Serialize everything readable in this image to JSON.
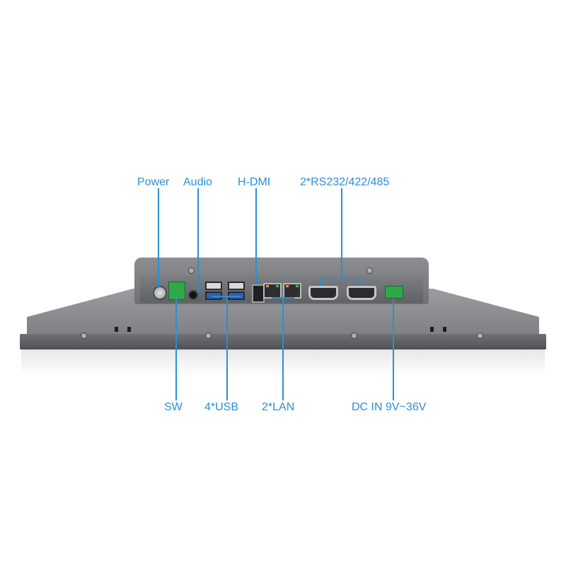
{
  "labels": {
    "power": "Power",
    "audio": "Audio",
    "hdmi": "H-DMI",
    "serial": "2*RS232/422/485",
    "sw": "SW",
    "usb": "4*USB",
    "lan": "2*LAN",
    "dc_in": "DC IN 9V~36V"
  },
  "colors": {
    "callout": "#2a8fd6",
    "chassis": "#7f8184",
    "background": "#ffffff"
  }
}
